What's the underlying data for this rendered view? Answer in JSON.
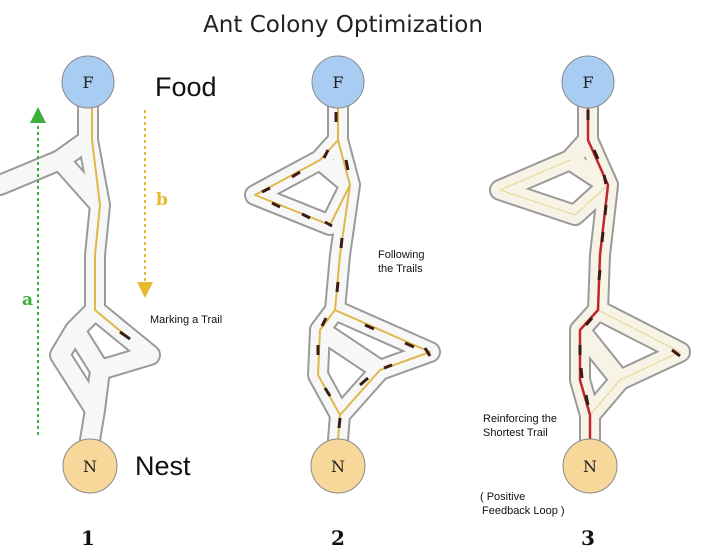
{
  "title": "Ant Colony Optimization",
  "food_label": "Food",
  "nest_label": "Nest",
  "node_food": "F",
  "node_nest": "N",
  "arrow_a": "a",
  "arrow_b": "b",
  "panel_numbers": [
    "1",
    "2",
    "3"
  ],
  "annotations": {
    "marking": "Marking a Trail",
    "following": [
      "Following",
      "the Trails"
    ],
    "reinforcing": [
      "Reinforcing the",
      "Shortest Trail"
    ],
    "feedback": [
      "( Positive",
      "Feedback Loop )"
    ]
  },
  "colors": {
    "food_node": "#a9cdf2",
    "nest_node": "#f7d89a",
    "trail_yellow": "#e0b84a",
    "trail_red": "#c0262d",
    "arrow_green": "#3bb03b",
    "arrow_yellow": "#e8b830"
  }
}
